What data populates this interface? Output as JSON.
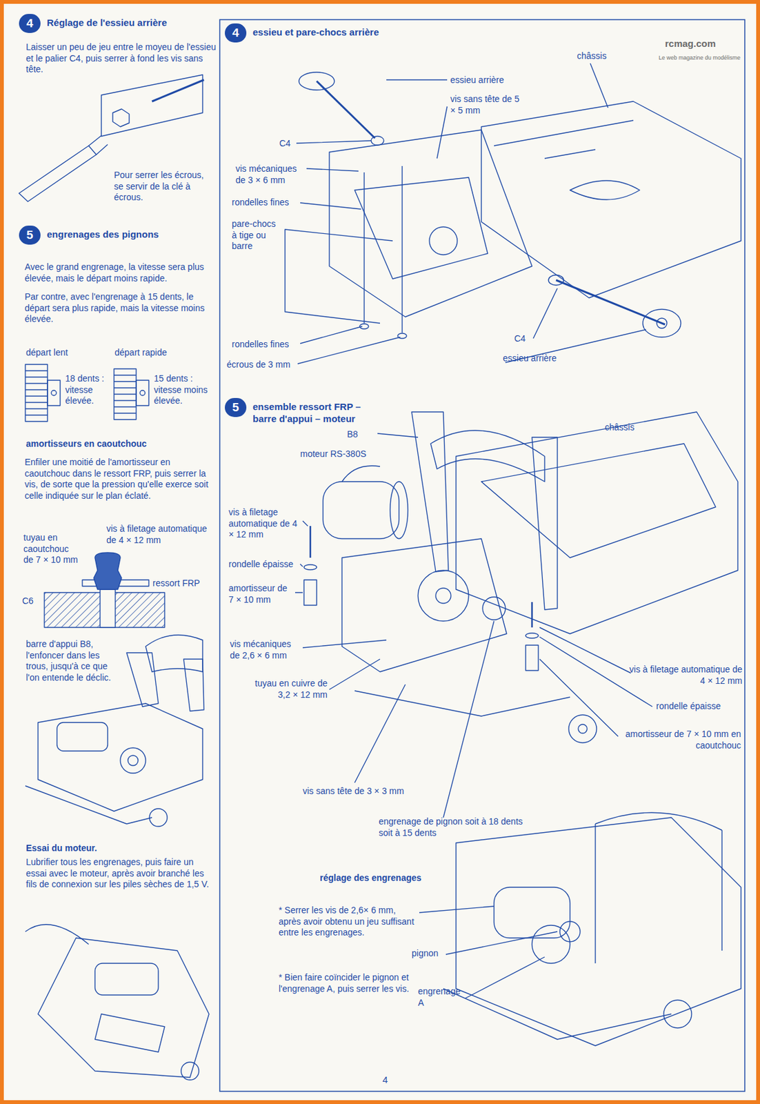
{
  "diagram": {
    "nodes": [
      {
        "text": [
          "4",
          "Réglage de l'essieu arrière"
        ]
      },
      {
        "text": [
          "5",
          "engrenages des pignons"
        ]
      },
      {
        "text": [
          "4",
          "essieu et pare-chocs arrière"
        ]
      },
      {
        "text": [
          "5",
          "ensemble ressort FRP – barre d'appui – moteur"
        ]
      }
    ],
    "labels": [
      "Laisser un peu de jeu entre le moyeu de l'essieu et le palier C4, puis serrer à fond les vis sans tête.",
      "Pour serrer les écrous, se servir de la clé à écrous.",
      "Avec le grand engrenage, la vitesse sera plus élevée, mais le départ moins rapide.",
      "Par contre, avec l'engrenage à 15 dents, le départ sera plus rapide, mais la vitesse moins élevée.",
      "départ lent",
      "départ rapide",
      "18 dents : vitesse élevée.",
      "15 dents : vitesse moins élevée.",
      "amortisseurs en caoutchouc",
      "Enfiler une moitié de l'amortisseur en caoutchouc dans le ressort FRP, puis serrer la vis, de sorte que la pression qu'elle exerce soit celle indiquée sur le plan éclaté.",
      "tuyau en caoutchouc de 7 × 10 mm",
      "vis à filetage automatique de 4 × 12 mm",
      "ressort FRP",
      "C6",
      "barre d'appui B8, l'enfoncer dans les trous, jusqu'à ce que l'on entende le déclic.",
      "Essai du moteur.",
      "Lubrifier tous les engrenages, puis faire un essai avec le moteur, après avoir branché les fils de connexion sur les piles sèches de 1,5 V.",
      "rcmag.com",
      "Le web magazine du modélisme",
      "châssis",
      "essieu arrière",
      "vis sans tête de 5 × 5 mm",
      "C4",
      "vis mécaniques de 3 × 6 mm",
      "rondelles fines",
      "pare-chocs à tige ou barre",
      "rondelles fines",
      "écrous de 3 mm",
      "C4",
      "essieu arrière",
      "B8",
      "châssis",
      "moteur RS-380S",
      "vis à filetage automatique de 4 × 12 mm",
      "rondelle épaisse",
      "amortisseur de 7 × 10 mm",
      "vis mécaniques de 2,6 × 6 mm",
      "tuyau en cuivre de 3,2 × 12 mm",
      "vis à filetage automatique de 4 × 12 mm",
      "rondelle épaisse",
      "amortisseur de 7 × 10 mm en caoutchouc",
      "vis sans tête de 3 × 3 mm",
      "engrenage de pignon soit à 18 dents soit à 15 dents",
      "réglage des engrenages",
      "* Serrer les vis de 2,6× 6 mm, après avoir obtenu un jeu suffisant entre les engrenages.",
      "pignon",
      "* Bien faire coïncider le pignon et l'engrenage A, puis serrer les vis.",
      "engrenage A",
      "4"
    ]
  }
}
